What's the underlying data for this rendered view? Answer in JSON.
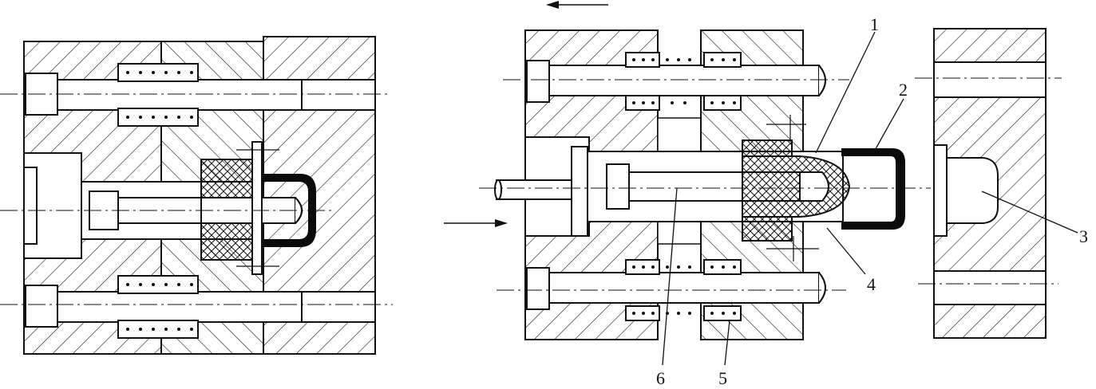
{
  "figure": {
    "callouts": {
      "c1": "1",
      "c2": "2",
      "c3": "3",
      "c4": "4",
      "c5": "5",
      "c6": "6"
    },
    "colors": {
      "ink": "#111111",
      "fill": "#ffffff",
      "molded_part": "#0b0b0b"
    },
    "arrows": [
      "left-arrow-icon",
      "right-arrow-icon"
    ]
  }
}
